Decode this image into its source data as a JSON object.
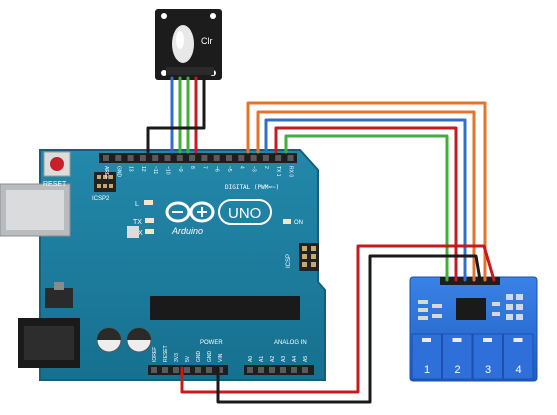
{
  "led_module": {
    "label": "Clr"
  },
  "arduino": {
    "reset_label": "RESET",
    "icsp2_label": "ICSP2",
    "icsp_label": "ICSP",
    "digital_label": "DIGITAL (PWM=~)",
    "on_label": "ON",
    "l_label": "L",
    "tx_label": "TX",
    "rx_label": "RX",
    "uno_label": "UNO",
    "brand_label": "Arduino",
    "power_label": "POWER",
    "analog_label": "ANALOG IN",
    "top_pins": [
      "AREF",
      "GND",
      "13",
      "12",
      "~11",
      "~10",
      "~9",
      "8",
      "7",
      "~6",
      "~5",
      "4",
      "~3",
      "2",
      "TX 1",
      "RX 0"
    ],
    "power_pins": [
      "IOREF",
      "RESET",
      "3V3",
      "5V",
      "GND",
      "GND",
      "VIN"
    ],
    "analog_pins": [
      "A0",
      "A1",
      "A2",
      "A3",
      "A4",
      "A5"
    ]
  },
  "touch_module": {
    "pads": [
      "1",
      "2",
      "3",
      "4"
    ]
  },
  "colors": {
    "board": "#1b7c9c",
    "board_edge": "#12607b",
    "wire_orange": "#e6732a",
    "wire_blue": "#2f6fc9",
    "wire_red": "#c8191f",
    "wire_green": "#3fae3a",
    "wire_black": "#1a1a1a",
    "touch_board": "#2a6fd6"
  }
}
